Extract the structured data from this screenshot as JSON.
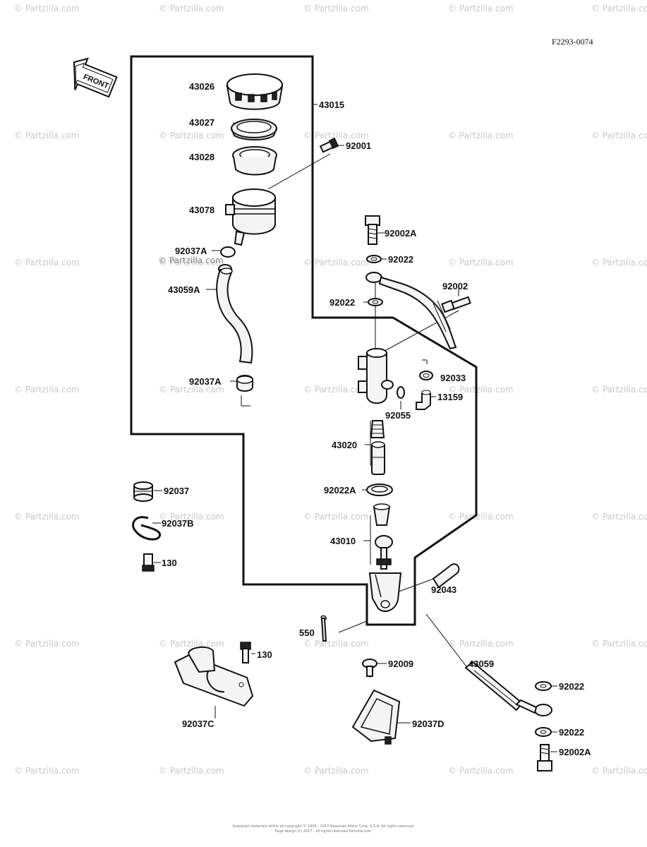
{
  "diagram": {
    "ref_code": "F2293-0074",
    "front_label": "FRONT",
    "watermark_text": "© Partzilla.com",
    "inline_watermark": "© Partzilla.com",
    "footer_line1": "Kawasaki materials within all copyright © 1995 - 2017 Kawasaki Motor Corp, U.S.A. All rights reserved",
    "footer_line2": "Page design (c) 2017 - all rights reserved Partzilla.com",
    "labels": {
      "p43026": "43026",
      "p43027": "43027",
      "p43028": "43028",
      "p43078": "43078",
      "p43015": "43015",
      "p92001": "92001",
      "p92037A_top": "92037A",
      "p43059A": "43059A",
      "p92037A_bot": "92037A",
      "p92002A_top": "92002A",
      "p92022_a": "92022",
      "p92002": "92002",
      "p92022_b": "92022",
      "p92033": "92033",
      "p13159": "13159",
      "p92055": "92055",
      "p43020": "43020",
      "p92022A": "92022A",
      "p43010": "43010",
      "p92043": "92043",
      "p550": "550",
      "p92037": "92037",
      "p92037B": "92037B",
      "p130_a": "130",
      "p130_b": "130",
      "p92037C": "92037C",
      "p92009": "92009",
      "p92037D": "92037D",
      "p43059": "43059",
      "p92022_c": "92022",
      "p92022_d": "92022",
      "p92002A_bot": "92002A"
    }
  }
}
